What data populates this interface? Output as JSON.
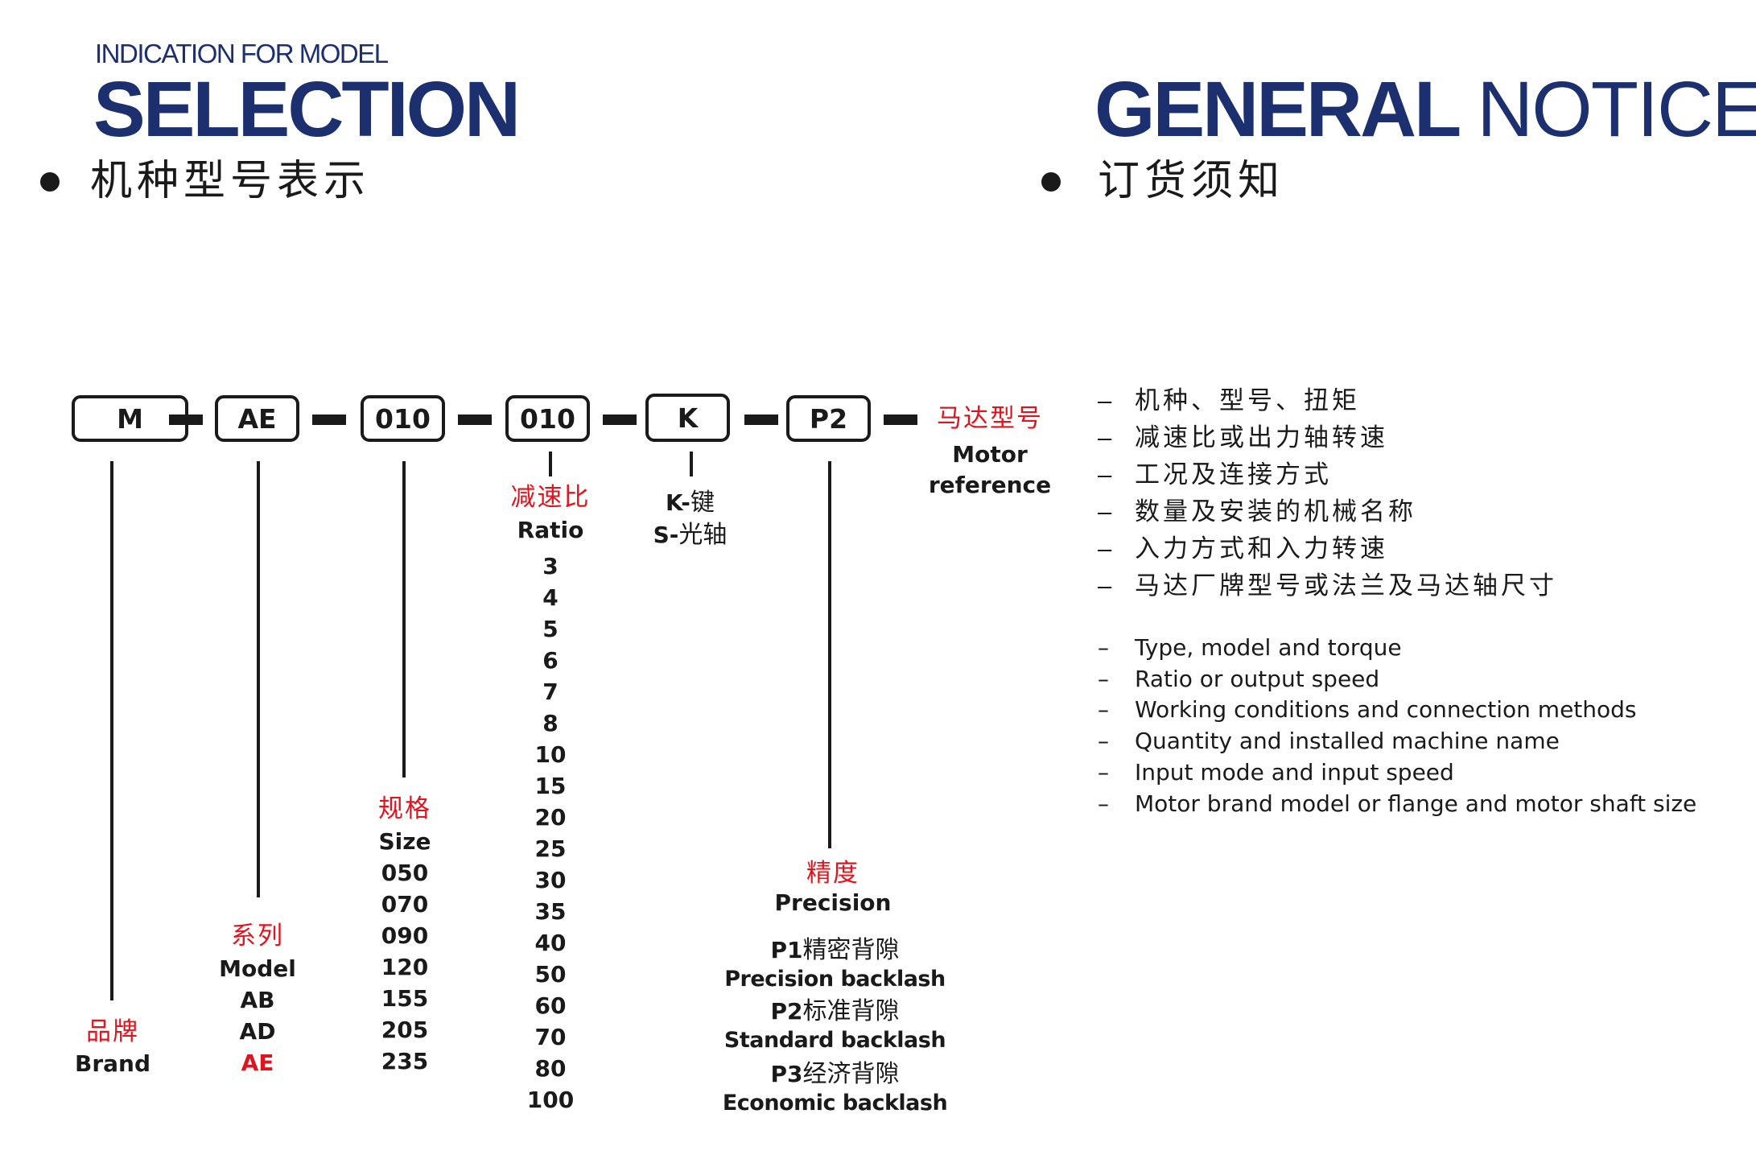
{
  "left_header": {
    "subtitle": "INDICATION FOR MODEL",
    "title": "SELECTION",
    "section_zh": "机种型号表示"
  },
  "right_header": {
    "title_bold": "GENERAL",
    "title_light": "NOTICES",
    "section_zh": "订货须知"
  },
  "code_boxes": [
    "M",
    "AE",
    "010",
    "010",
    "K",
    "P2"
  ],
  "motor_reference": {
    "zh": "马达型号",
    "en1": "Motor",
    "en2": "reference"
  },
  "brand": {
    "zh": "品牌",
    "en": "Brand"
  },
  "model": {
    "zh": "系列",
    "en": "Model",
    "options": [
      "AB",
      "AD",
      "AE"
    ],
    "selected": "AE"
  },
  "size": {
    "zh": "规格",
    "en": "Size",
    "options": [
      "050",
      "070",
      "090",
      "120",
      "155",
      "205",
      "235"
    ]
  },
  "ratio": {
    "zh": "减速比",
    "en": "Ratio",
    "options": [
      "3",
      "4",
      "5",
      "6",
      "7",
      "8",
      "10",
      "15",
      "20",
      "25",
      "30",
      "35",
      "40",
      "50",
      "60",
      "70",
      "80",
      "100"
    ]
  },
  "shaft": {
    "k_code": "K-",
    "k_zh": "键",
    "s_code": "S-",
    "s_zh": "光轴"
  },
  "precision": {
    "zh": "精度",
    "en": "Precision",
    "items": [
      {
        "code": "P1",
        "zh": "精密背隙",
        "en": "Precision backlash"
      },
      {
        "code": "P2",
        "zh": "标准背隙",
        "en": "Standard backlash"
      },
      {
        "code": "P3",
        "zh": "经济背隙",
        "en": "Economic backlash"
      }
    ]
  },
  "notices": {
    "marker": "–",
    "zh": [
      "机种、型号、扭矩",
      "减速比或出力轴转速",
      "工况及连接方式",
      "数量及安装的机械名称",
      "入力方式和入力转速",
      "马达厂牌型号或法兰及马达轴尺寸"
    ],
    "en": [
      "Type, model and torque",
      "Ratio or output speed",
      "Working conditions and connection methods",
      "Quantity and installed machine name",
      "Input mode and input speed",
      "Motor brand model or flange and motor shaft size"
    ]
  },
  "colors": {
    "navy": "#1c2f6e",
    "red": "#e0141e",
    "ink": "#1a1a1a"
  }
}
